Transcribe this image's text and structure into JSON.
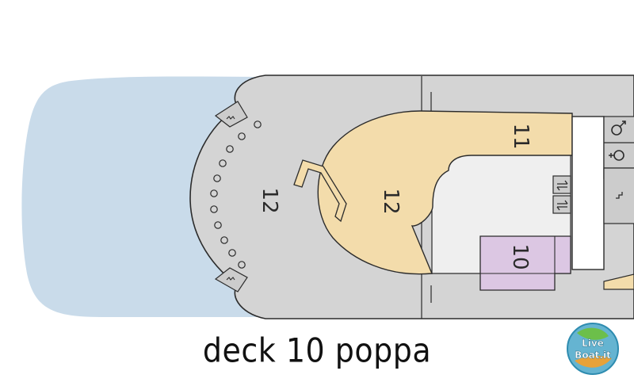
{
  "caption": "deck 10 poppa",
  "areas": {
    "stern_deck": "12",
    "lounge": "12",
    "bar": "11",
    "room": "10"
  },
  "icons": [
    "male-restroom-icon",
    "female-restroom-icon",
    "elevator-icon",
    "stairs-icon",
    "wave-icon"
  ],
  "watermark": "LiveBoat.it",
  "colors": {
    "water": "#c9dbea",
    "deck": "#d4d4d4",
    "floor": "#efefef",
    "lounge": "#f3dcab",
    "room": "#dcc7e3",
    "service": "#cccccc",
    "outline": "#2b2b2b"
  }
}
